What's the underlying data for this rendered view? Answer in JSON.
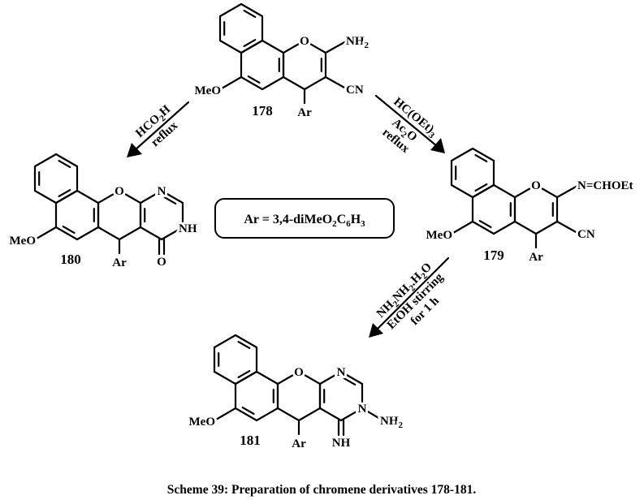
{
  "compounds": {
    "c178": {
      "label": "178",
      "ring_O": "O",
      "amine": "NH2",
      "nitrile": "CN",
      "aryl": "Ar",
      "methoxy": "MeO"
    },
    "c179": {
      "label": "179",
      "ring_O": "O",
      "imidate": "N=CHOEt",
      "nitrile": "CN",
      "aryl": "Ar",
      "methoxy": "MeO"
    },
    "c180": {
      "label": "180",
      "ring_O": "O",
      "ring_N": "N",
      "ring_NH": "NH",
      "carbonyl_O": "O",
      "aryl": "Ar",
      "methoxy": "MeO"
    },
    "c181": {
      "label": "181",
      "ring_O": "O",
      "ring_N": "N",
      "ring_N3": "N",
      "amino": "NH2",
      "imine": "NH",
      "aryl": "Ar",
      "methoxy": "MeO"
    }
  },
  "reactions": {
    "to_180": [
      "HCO2H",
      "reflux"
    ],
    "to_179": [
      "HC(OEt)3",
      "Ac2O",
      "reflux"
    ],
    "to_181": [
      "NH2NH2.H2O",
      "EtOH stirring",
      "for 1 h"
    ]
  },
  "legend_box": "Ar = 3,4-diMeO2C6H3",
  "caption": "Scheme 39: Preparation of chromene derivatives 178-181."
}
